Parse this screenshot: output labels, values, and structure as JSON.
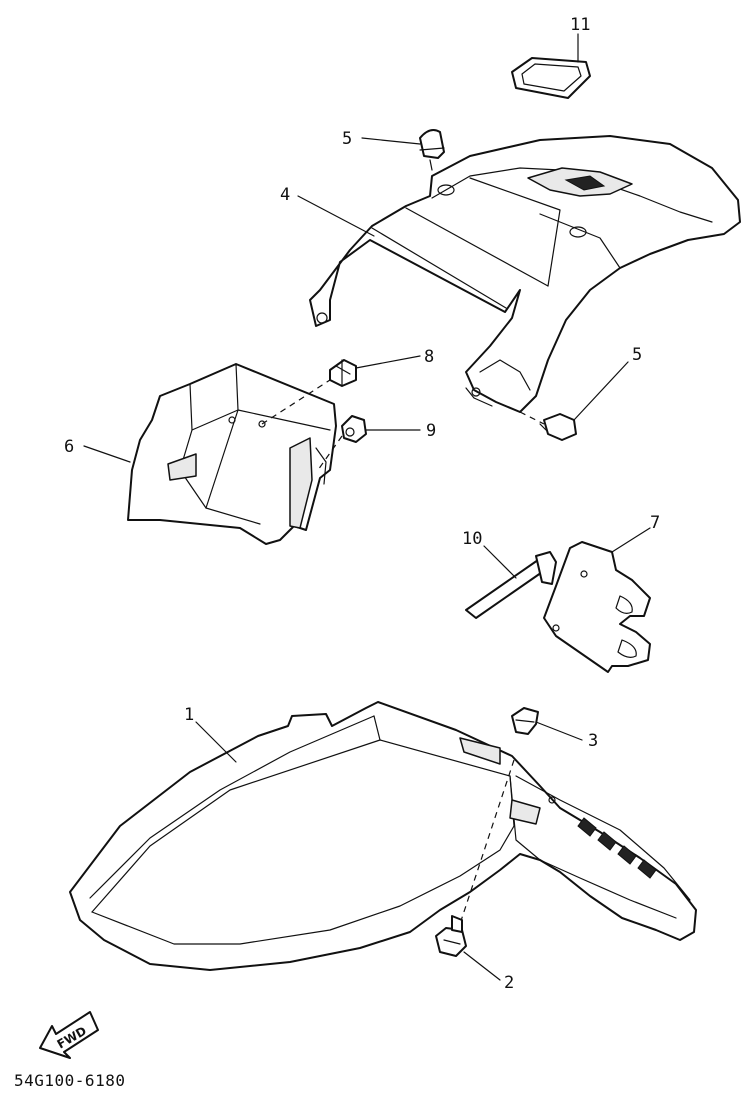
{
  "diagram": {
    "drawing_code": "54G100-6180",
    "fwd_label": "FWD",
    "callouts": [
      {
        "id": "1",
        "label": "1"
      },
      {
        "id": "2",
        "label": "2"
      },
      {
        "id": "3",
        "label": "3"
      },
      {
        "id": "4",
        "label": "4"
      },
      {
        "id": "5a",
        "label": "5"
      },
      {
        "id": "5b",
        "label": "5"
      },
      {
        "id": "6",
        "label": "6"
      },
      {
        "id": "7",
        "label": "7"
      },
      {
        "id": "8",
        "label": "8"
      },
      {
        "id": "9",
        "label": "9"
      },
      {
        "id": "10",
        "label": "10"
      },
      {
        "id": "11",
        "label": "11"
      }
    ]
  }
}
